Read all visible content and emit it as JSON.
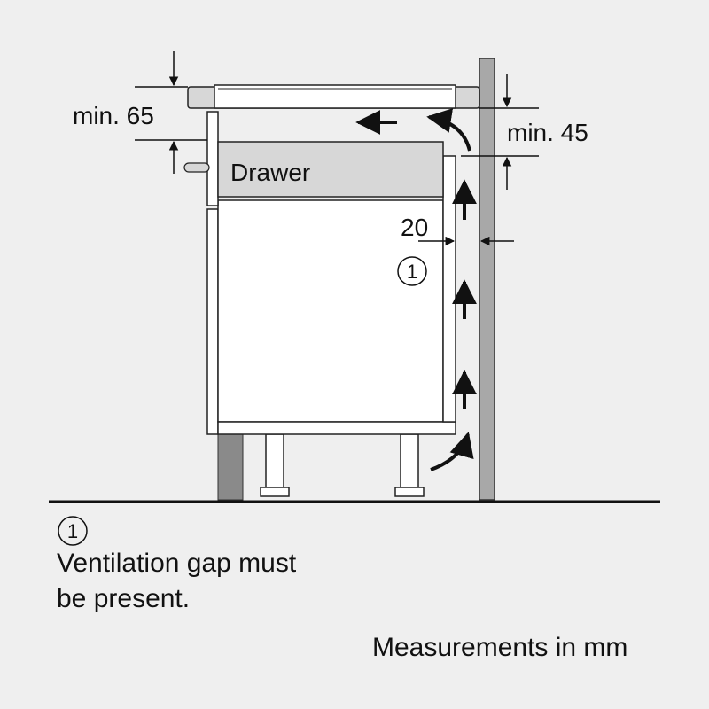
{
  "diagram": {
    "labels": {
      "min_top_left": "min. 65",
      "min_top_right": "min. 45",
      "gap_value": "20",
      "drawer": "Drawer",
      "callout_marker": "①"
    },
    "legend": {
      "marker": "①",
      "line1": "Ventilation gap must",
      "line2": "be present."
    },
    "footer": "Measurements in mm",
    "colors": {
      "background": "#efefef",
      "drawer_fill": "#d7d7d7",
      "wall": "#a8a8a8",
      "dark_panel": "#8a8a8a",
      "ink": "#111111"
    }
  }
}
